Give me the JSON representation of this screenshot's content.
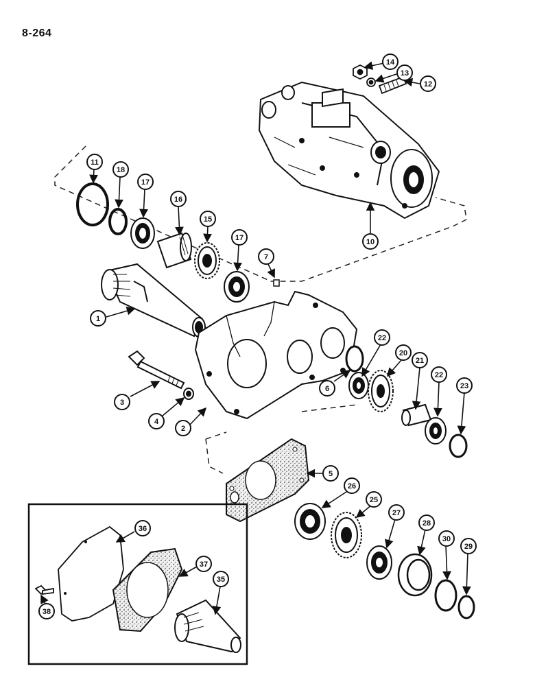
{
  "page_number": "8-264",
  "callouts": [
    {
      "id": "c14",
      "label": "14"
    },
    {
      "id": "c13",
      "label": "13"
    },
    {
      "id": "c12",
      "label": "12"
    },
    {
      "id": "c11",
      "label": "11"
    },
    {
      "id": "c18",
      "label": "18"
    },
    {
      "id": "c17a",
      "label": "17"
    },
    {
      "id": "c16",
      "label": "16"
    },
    {
      "id": "c15",
      "label": "15"
    },
    {
      "id": "c17b",
      "label": "17"
    },
    {
      "id": "c7",
      "label": "7"
    },
    {
      "id": "c10",
      "label": "10"
    },
    {
      "id": "c1",
      "label": "1"
    },
    {
      "id": "c3",
      "label": "3"
    },
    {
      "id": "c4",
      "label": "4"
    },
    {
      "id": "c2",
      "label": "2"
    },
    {
      "id": "c6",
      "label": "6"
    },
    {
      "id": "c22a",
      "label": "22"
    },
    {
      "id": "c20",
      "label": "20"
    },
    {
      "id": "c21",
      "label": "21"
    },
    {
      "id": "c22b",
      "label": "22"
    },
    {
      "id": "c23",
      "label": "23"
    },
    {
      "id": "c5",
      "label": "5"
    },
    {
      "id": "c26",
      "label": "26"
    },
    {
      "id": "c25",
      "label": "25"
    },
    {
      "id": "c27",
      "label": "27"
    },
    {
      "id": "c28",
      "label": "28"
    },
    {
      "id": "c30",
      "label": "30"
    },
    {
      "id": "c29",
      "label": "29"
    },
    {
      "id": "c36",
      "label": "36"
    },
    {
      "id": "c37",
      "label": "37"
    },
    {
      "id": "c35",
      "label": "35"
    },
    {
      "id": "c38",
      "label": "38"
    }
  ]
}
